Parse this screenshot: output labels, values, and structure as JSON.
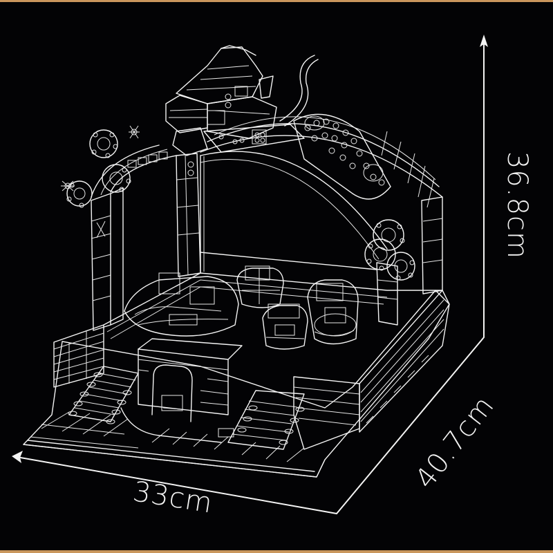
{
  "image": {
    "background_color": "#030305",
    "border_color": "#c9965c",
    "line_color": "#f4f4f4",
    "subject": "line-art drawing of brick-built bumper car amusement ride with arch canopy and cat figure on top"
  },
  "dimensions": {
    "height": {
      "label": "36.8cm",
      "direction": "vertical",
      "arrow": "up"
    },
    "depth": {
      "label": "40.7cm",
      "direction": "diagonal",
      "arrow": "none"
    },
    "width": {
      "label": "33cm",
      "direction": "horizontal-skewed",
      "arrow": "left"
    }
  },
  "icons": {
    "height_arrow": "arrow-up-icon",
    "width_arrow": "arrow-left-icon"
  }
}
